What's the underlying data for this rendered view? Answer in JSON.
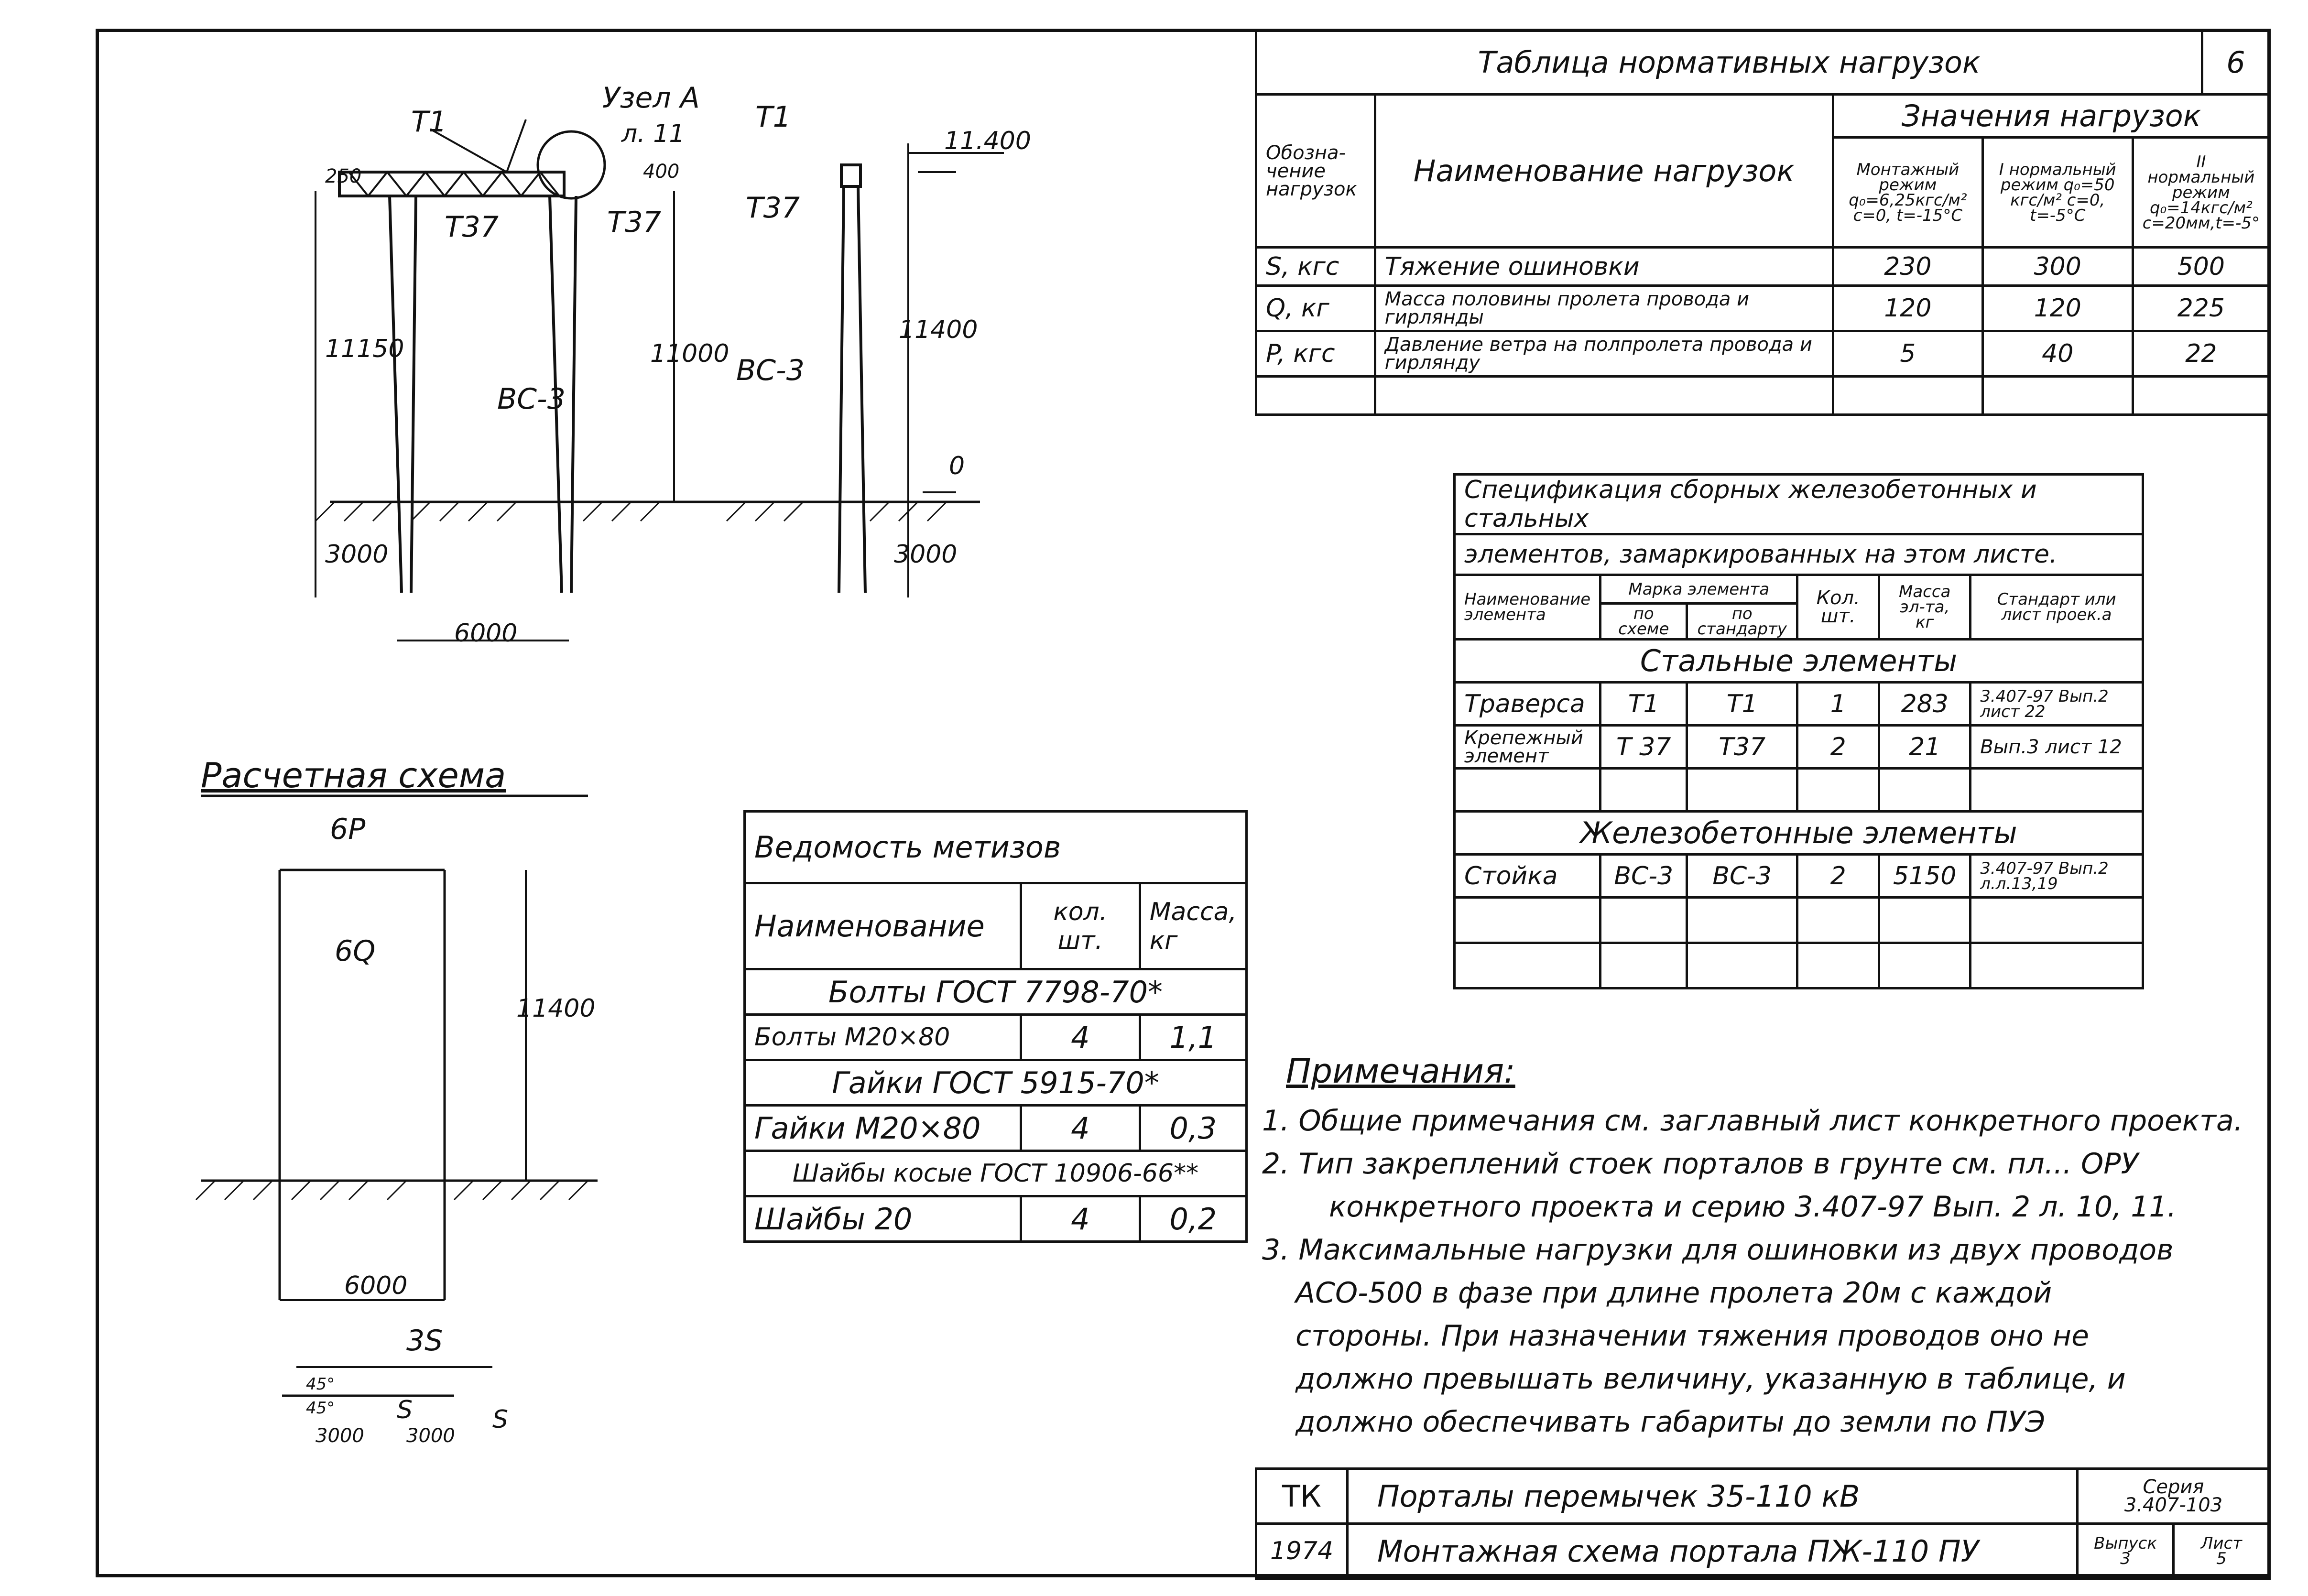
{
  "sheet_number": "6",
  "loads_table": {
    "title": "Таблица нормативных нагрузок",
    "col_designation": "Обозна-\nчение\nнагрузок",
    "col_name": "Наименование нагрузок",
    "col_values": "Значения нагрузок",
    "modes": [
      "Монтажный режим q₀=6,25кгс/м² c=0, t=-15°C",
      "I нормальный режим q₀=50 кгс/м² c=0, t=-5°C",
      "II нормальный режим q₀=14кгс/м² c=20мм,t=-5°"
    ],
    "rows": [
      {
        "code": "S, кгс",
        "name": "Тяжение ошиновки",
        "v": [
          "230",
          "300",
          "500"
        ]
      },
      {
        "code": "Q, кг",
        "name": "Масса половины пролета провода и гирлянды",
        "v": [
          "120",
          "120",
          "225"
        ]
      },
      {
        "code": "P, кгс",
        "name": "Давление ветра на полпролета провода и гирлянду",
        "v": [
          "5",
          "40",
          "22"
        ]
      }
    ]
  },
  "spec_table": {
    "title_line1": "Спецификация сборных железобетонных и стальных",
    "title_line2": "элементов, замаркированных на этом листе.",
    "h_name": "Наименование элемента",
    "h_mark": "Марка элемента",
    "h_scheme": "по схеме",
    "h_standard": "по стандарту",
    "h_qty": "Кол. шт.",
    "h_mass": "Масса эл-та, кг",
    "h_std": "Стандарт или лист проек.а",
    "section_steel": "Стальные элементы",
    "section_concrete": "Железобетонные элементы",
    "steel_rows": [
      {
        "name": "Траверса",
        "s": "Т1",
        "st": "Т1",
        "q": "1",
        "m": "283",
        "std": "3.407-97 Вып.2 лист 22"
      },
      {
        "name": "Крепежный элемент",
        "s": "Т 37",
        "st": "Т37",
        "q": "2",
        "m": "21",
        "std": "Вып.3 лист 12"
      }
    ],
    "concrete_rows": [
      {
        "name": "Стойка",
        "s": "ВС-3",
        "st": "ВС-3",
        "q": "2",
        "m": "5150",
        "std": "3.407-97 Вып.2 л.л.13,19"
      }
    ]
  },
  "hardware_table": {
    "title": "Ведомость метизов",
    "h_name": "Наименование",
    "h_qty": "кол. шт.",
    "h_mass": "Масса, кг",
    "rows": [
      {
        "section": "Болты ГОСТ 7798-70*"
      },
      {
        "name": "Болты М20×80",
        "q": "4",
        "m": "1,1"
      },
      {
        "section": "Гайки ГОСТ 5915-70*"
      },
      {
        "name": "Гайки М20×80",
        "q": "4",
        "m": "0,3"
      },
      {
        "section": "Шайбы косые ГОСТ 10906-66**"
      },
      {
        "name": "Шайбы 20",
        "q": "4",
        "m": "0,2"
      }
    ]
  },
  "notes": {
    "title": "Примечания:",
    "items": [
      "1. Общие примечания см. заглавный лист конкретного проекта.",
      "2. Тип закреплений стоек порталов в грунте см. пл... ОРУ",
      "конкретного проекта и серию 3.407-97 Вып. 2 л. 10, 11.",
      "3. Максимальные нагрузки для ошиновки из двух проводов",
      "АСО-500 в фазе при длине пролета 20м с каждой",
      "стороны. При назначении тяжения проводов оно не",
      "должно превышать величину, указанную в таблице, и",
      "должно обеспечивать габариты до земли по ПУЭ"
    ]
  },
  "drawing_labels": {
    "t1": "Т1",
    "t37": "Т37",
    "node": "Узел А",
    "node_sheet": "л. 11",
    "bc3": "ВС-3",
    "d250": "250",
    "d400": "400",
    "d11150": "11150",
    "d11000": "11000",
    "d3000": "3000",
    "d6000": "6000",
    "d11400": "11400",
    "elev_top": "11.400",
    "elev_zero": "0",
    "calc_title": "Расчетная схема",
    "p6": "6P",
    "q6": "6Q",
    "s3": "3S",
    "deg45": "45°",
    "s": "S"
  },
  "title_block": {
    "org": "ТК",
    "year": "1974",
    "line1": "Порталы перемычек 35-110 кВ",
    "line2": "Монтажная схема портала ПЖ-110 ПУ",
    "series_label": "Серия",
    "series": "3.407-103",
    "issue_label": "Выпуск",
    "issue": "3",
    "sheet_label": "Лист",
    "sheet": "5"
  }
}
